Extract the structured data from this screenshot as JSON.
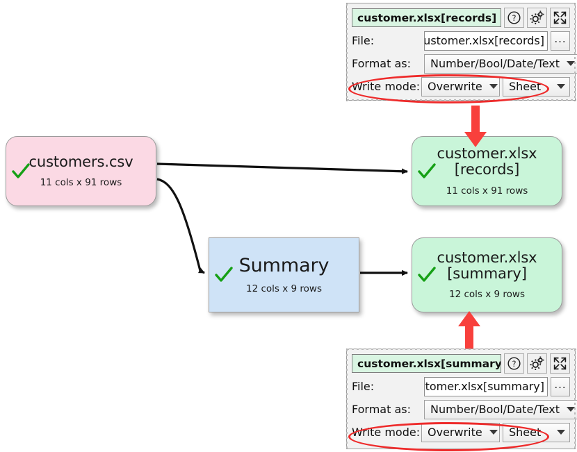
{
  "canvas": {
    "background": "#ffffff",
    "nodes": [
      {
        "id": "customers",
        "title": "customers.csv",
        "subtitle": "11 cols x 91 rows",
        "color": "#fbd9e4",
        "status": "ok"
      },
      {
        "id": "records",
        "title": "customer.xlsx\n[records]",
        "title_line1": "customer.xlsx",
        "title_line2": "[records]",
        "subtitle": "11 cols x 91 rows",
        "color": "#c9f5d9",
        "status": "ok"
      },
      {
        "id": "summary",
        "title": "Summary",
        "subtitle": "12 cols x 9 rows",
        "color": "#cfe3f7",
        "status": "ok"
      },
      {
        "id": "xlsx-summary",
        "title_line1": "customer.xlsx",
        "title_line2": "[summary]",
        "subtitle": "12 cols x 9 rows",
        "color": "#c9f5d9",
        "status": "ok"
      }
    ],
    "accents": {
      "callout_arrow": "#f8403c",
      "annotation_ellipse": "#ee2b2b",
      "check_green": "#16a016",
      "edge": "#111111"
    }
  },
  "panels": [
    {
      "id": "records",
      "title": "customer.xlsx[records]",
      "buttons": {
        "help": "help-icon",
        "settings": "gear-icon",
        "expand": "expand-icon"
      },
      "rows": {
        "file_label": "File:",
        "file_value": "op\\customer.xlsx[records]",
        "browse_label": "...",
        "format_label": "Format as:",
        "format_value": "Number/Bool/Date/Text",
        "write_mode_label": "Write mode:",
        "write_mode_value": "Overwrite",
        "write_target_value": "Sheet"
      }
    },
    {
      "id": "summary",
      "title": "customer.xlsx[summary]",
      "buttons": {
        "help": "help-icon",
        "settings": "gear-icon",
        "expand": "expand-icon"
      },
      "rows": {
        "file_label": "File:",
        "file_value": "\\customer.xlsx[summary]",
        "browse_label": "...",
        "format_label": "Format as:",
        "format_value": "Number/Bool/Date/Text",
        "write_mode_label": "Write mode:",
        "write_mode_value": "Overwrite",
        "write_target_value": "Sheet"
      }
    }
  ]
}
